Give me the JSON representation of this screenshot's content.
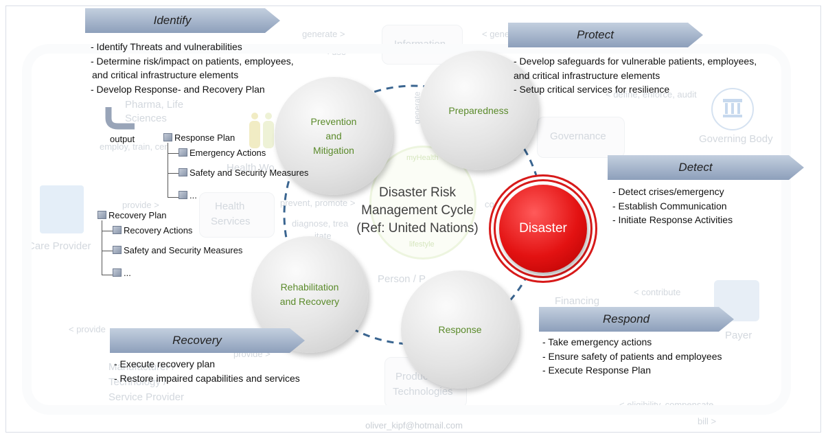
{
  "background": {
    "labels": {
      "generate_left": "generate >",
      "use": "< use",
      "generate_right": "< genera",
      "information": "Information",
      "define": "< define, enforce, audit",
      "pharma": "Pharma, Life",
      "sciences": "Sciences",
      "employ": "employ, train, cer",
      "governance": "Governance",
      "governing_body": "Governing Body",
      "health_work": "Health Wo",
      "provide_left": "provide >",
      "health": "Health",
      "services": "Services",
      "prevent": "prevent, promote >",
      "diagnose": "diagnose, trea",
      "itate": "itate",
      "care_provider": "Care Provider",
      "person": "Person / P",
      "contribute": "< contribute",
      "financing": "Financing",
      "payer": "Payer",
      "provide_lower": "< provide",
      "provide_right": "provide >",
      "manufacturer": "Manufacturer /",
      "technology": "Technology /",
      "service_provider": "Service Provider",
      "product": "Produc",
      "technologies": "Technologies",
      "eligibility": "< eligibility, compensate",
      "bill": "bill >",
      "myhealth": "myHealth",
      "lifestyle": "lifestyle",
      "generate_vertical": "generate",
      "co": "co"
    },
    "email": "oliver_kipf@hotmail.com"
  },
  "center_title": [
    "Disaster Risk",
    "Management Cycle",
    "(Ref: United Nations)"
  ],
  "phases": {
    "prevention": [
      "Prevention",
      "and",
      "Mitigation"
    ],
    "preparedness": [
      "Preparedness"
    ],
    "disaster": "Disaster",
    "response": [
      "Response"
    ],
    "rehabilitation": [
      "Rehabilitation",
      "and Recovery"
    ]
  },
  "sections": {
    "identify": {
      "title": "Identify",
      "bullets": [
        "- Identify Threats and vulnerabilities",
        "- Determine risk/impact on patients, employees,",
        "and critical infrastructure elements",
        "- Develop Response- and Recovery Plan"
      ]
    },
    "protect": {
      "title": "Protect",
      "bullets": [
        "- Develop safeguards for vulnerable patients, employees,",
        "and critical infrastructure elements",
        "- Setup critical services for resilience"
      ]
    },
    "detect": {
      "title": "Detect",
      "bullets": [
        "- Detect crises/emergency",
        "- Establish Communication",
        "- Initiate Response Activities"
      ]
    },
    "respond": {
      "title": "Respond",
      "bullets": [
        "- Take emergency actions",
        "- Ensure safety of patients and employees",
        "- Execute Response Plan"
      ]
    },
    "recovery": {
      "title": "Recovery",
      "bullets": [
        "- Execute recovery plan",
        "- Restore impaired capabilities and services"
      ]
    }
  },
  "output_label": "output",
  "response_plan": {
    "title": "Response Plan",
    "items": [
      "Emergency Actions",
      "Safety and Security Measures",
      "..."
    ]
  },
  "recovery_plan": {
    "title": "Recovery Plan",
    "items": [
      "Recovery Actions",
      "Safety and Security Measures",
      "..."
    ]
  },
  "colors": {
    "banner_fill": "#9fb0c9",
    "disaster_red": "#e31212",
    "phase_text": "#5a8a2a",
    "cycle_dash": "#3a6590"
  }
}
